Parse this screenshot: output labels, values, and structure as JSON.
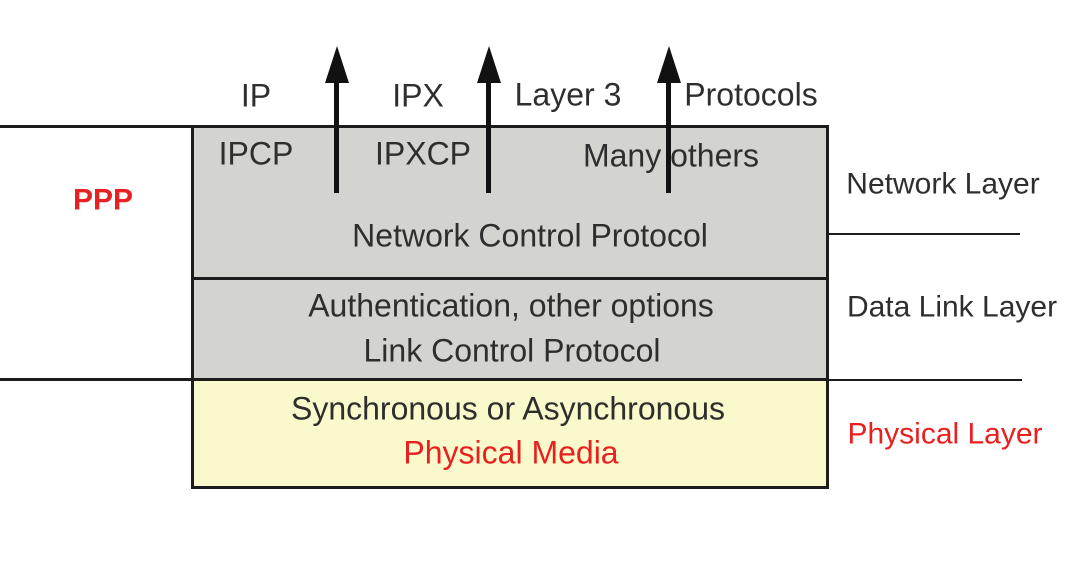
{
  "colors": {
    "gray": "#d3d3d0",
    "yellow": "#f9f9cb",
    "red": "#e82020",
    "text": "#2e2e2e",
    "line": "#1c1c1c"
  },
  "ppp_label": "PPP",
  "top_protocol_labels": {
    "ip": "IP",
    "ipx": "IPX",
    "layer3": "Layer 3",
    "protocols": "Protocols"
  },
  "stack": {
    "network_section": {
      "ipcp": "IPCP",
      "ipxcp": "IPXCP",
      "many_others": "Many others",
      "title": "Network Control Protocol"
    },
    "datalink_section": {
      "options": "Authentication, other options",
      "title": "Link Control Protocol"
    },
    "physical_section": {
      "modes": "Synchronous or Asynchronous",
      "media": "Physical Media"
    }
  },
  "osi_layer_labels": {
    "network": "Network Layer",
    "datalink": "Data Link Layer",
    "physical": "Physical Layer"
  }
}
